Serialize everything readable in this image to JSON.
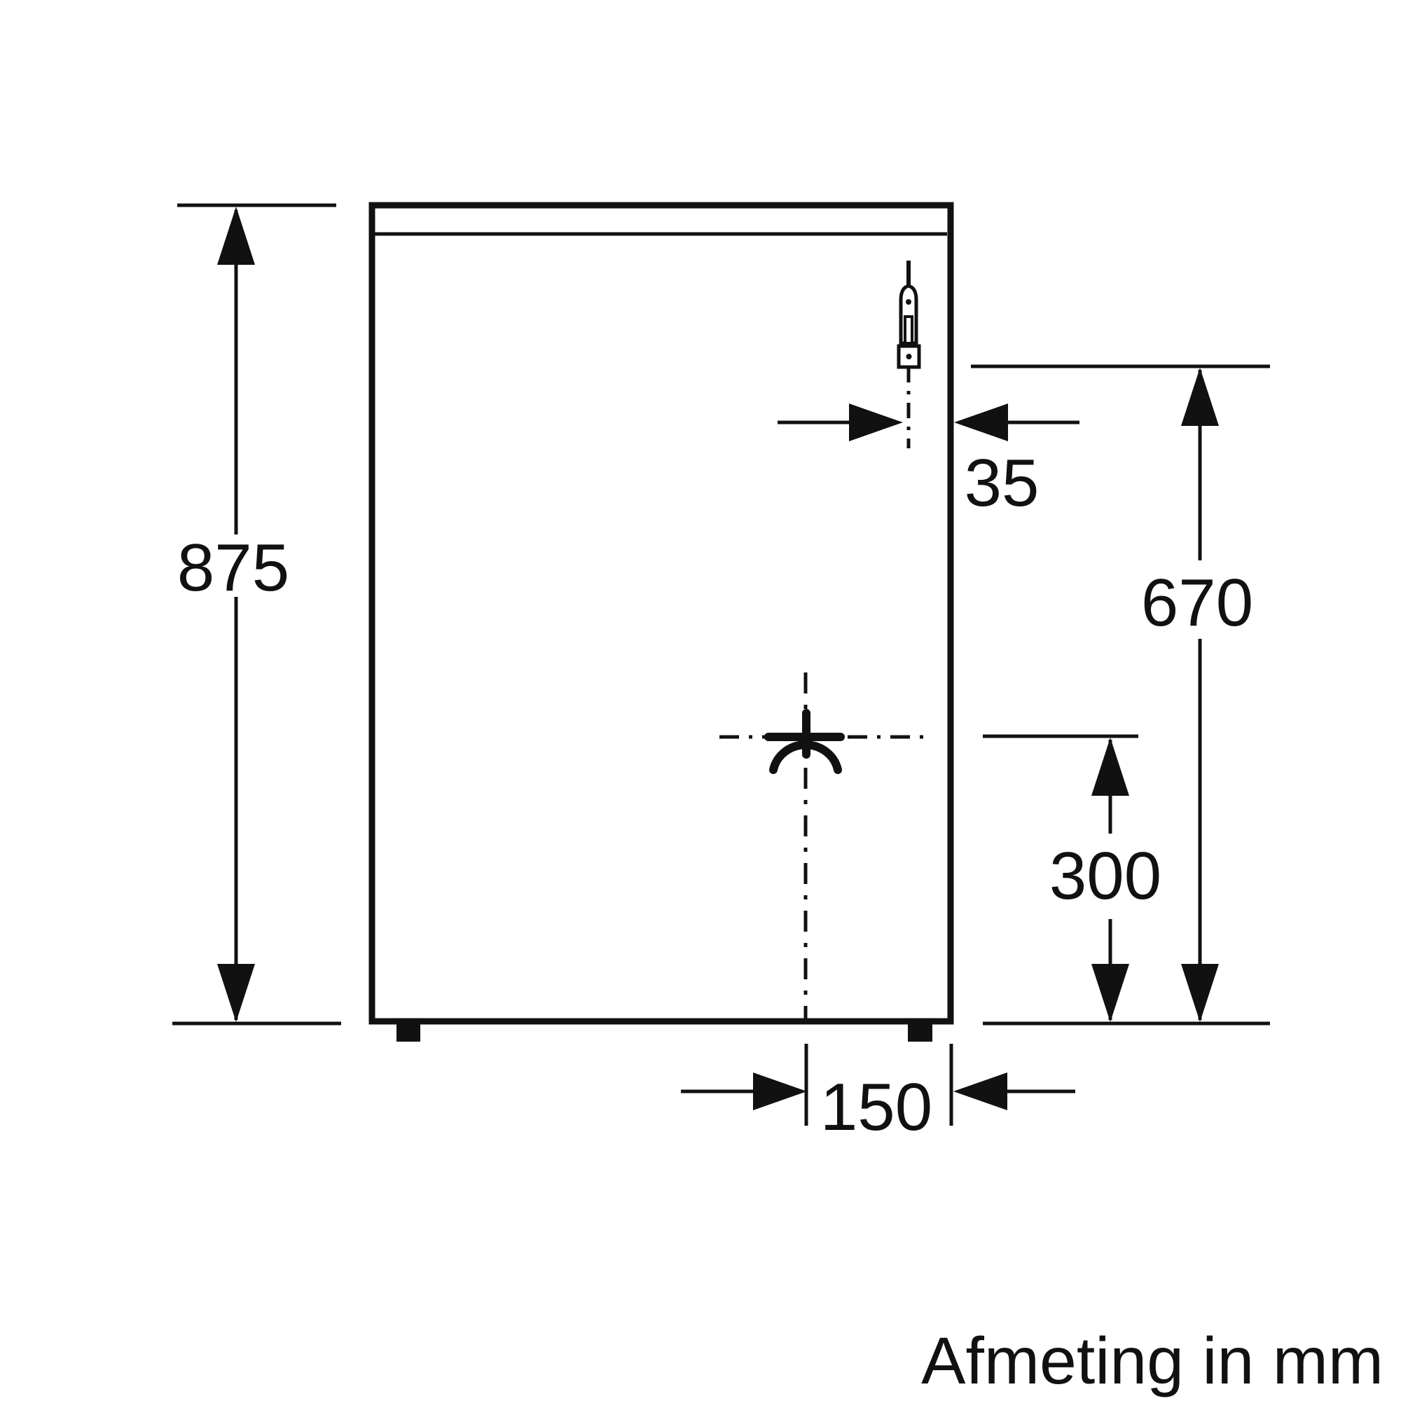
{
  "unit_note": "Afmeting in mm",
  "colors": {
    "line": "#111111",
    "background": "#ffffff"
  },
  "icons": {
    "power_cord_connector": "power-cord-connector-icon",
    "gas_connection": "gas-connection-icon"
  },
  "dimensions": {
    "overall_height": {
      "label": "875",
      "value": 875
    },
    "connector_side_offset": {
      "label": "35",
      "value": 35
    },
    "connector_height": {
      "label": "670",
      "value": 670
    },
    "gas_inlet_height": {
      "label": "300",
      "value": 300
    },
    "gas_inlet_side_offset": {
      "label": "150",
      "value": 150
    }
  }
}
